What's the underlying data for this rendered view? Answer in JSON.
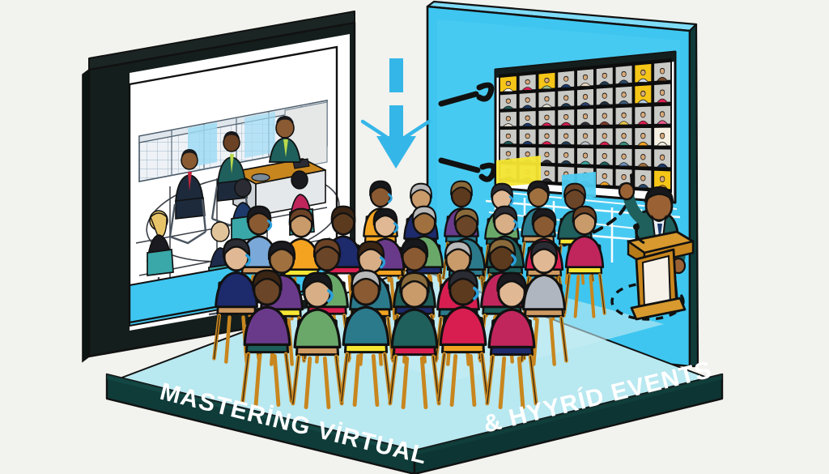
{
  "scene": {
    "title_left": "MASTERİNG VİRTUAL",
    "title_right": "& HYYRÍD EVENTS",
    "alt": "Isometric illustration of a hybrid event: a physical audience seated facing a large video-conference wall with a presenter at a podium, and a second screen showing a remote meeting room."
  },
  "colors": {
    "background": "#f2f2ee",
    "wall_blue": "#3ec6f0",
    "wall_blue_top": "#63d3f5",
    "floor_cyan": "#b8e8f0",
    "floor_cyan_light": "#cdeef5",
    "base_teal": "#0f3b39",
    "base_teal_dark": "#0b2c2b",
    "frame_dark": "#141e1c",
    "screen_white": "#ffffff",
    "arrow_blue": "#35b6e8",
    "tile_yellow": "#f5c518",
    "tile_gray": "#c9c9c6",
    "outline": "#111111",
    "podium_wood": "#c8861e",
    "podium_wood_dark": "#9c6414",
    "chair_orange": "#f4a321",
    "chair_yellow": "#f7e733",
    "chair_teal": "#1c5d5a",
    "chair_navy": "#1d2a6b",
    "chair_crimson": "#d81e50",
    "chair_tan": "#cf9a62",
    "suit_teal": "#1f5f5c",
    "text_white": "#ffffff"
  },
  "left_panel": {
    "name": "remote-meeting-room-screen",
    "description": "Remote boardroom seen on a framed screen",
    "elements": [
      "window-wall",
      "conference-desk",
      "seated-attendees",
      "swivel-chairs",
      "laptop"
    ]
  },
  "right_panel": {
    "name": "video-conference-wall",
    "description": "Large display wall with a grid of remote participant video tiles",
    "grid": {
      "columns": 9,
      "rows": 6
    },
    "tiles": [
      [
        "#f5c518",
        "#c9c9c6",
        "#f5c518",
        "#c9c9c6",
        "#c9c9c6",
        "#c9c9c6",
        "#c9c9c6",
        "#f5c518",
        "#c9c9c6"
      ],
      [
        "#c9c9c6",
        "#c9c9c6",
        "#c9c9c6",
        "#c9c9c6",
        "#c9c9c6",
        "#c9c9c6",
        "#c9c9c6",
        "#f5c518",
        "#c9c9c6"
      ],
      [
        "#c9c9c6",
        "#c9c9c6",
        "#c9c9c6",
        "#c9c9c6",
        "#c9c9c6",
        "#c9c9c6",
        "#c9c9c6",
        "#c9c9c6",
        "#c9c9c6"
      ],
      [
        "#c9c9c6",
        "#c9c9c6",
        "#c9c9c6",
        "#c9c9c6",
        "#c9c9c6",
        "#c9c9c6",
        "#c9c9c6",
        "#c9c9c6",
        "#f5f0e2"
      ],
      [
        "#c9c9c6",
        "#c9c9c6",
        "#c9c9c6",
        "#c9c9c6",
        "#c9c9c6",
        "#c9c9c6",
        "#c9c9c6",
        "#c9c9c6",
        "#c9c9c6"
      ],
      [
        "#c9c9c6",
        "#c9c9c6",
        "#c9c9c6",
        "#c9c9c6",
        "#c9c9c6",
        "#c9c9c6",
        "#c9c9c6",
        "#c9c9c6",
        "#f5c518"
      ]
    ],
    "shirt_colors": [
      [
        "#ffffff",
        "#d81e50",
        "#9bbf8a",
        "#1d3a6b",
        "#e8d7c0",
        "#1f3b52",
        "#2b4a6b",
        "#cfd8e8",
        "#7a4a2a"
      ],
      [
        "#1f5f5c",
        "#1d3a6b",
        "#e8e2d4",
        "#1f3b52",
        "#2b3e6b",
        "#1f2d3d",
        "#3a5a7a",
        "#b5c9dc",
        "#d81e50"
      ],
      [
        "#e8e2d4",
        "#1d3a6b",
        "#d81e50",
        "#d81e50",
        "#2b2b33",
        "#7a3a2a",
        "#e8c54a",
        "#d81e50",
        "#e85a8a"
      ],
      [
        "#1f5f5c",
        "#1d3a6b",
        "#d81e50",
        "#1f3b52",
        "#c0c4cc",
        "#d81e50",
        "#3a8a7a",
        "#f4a321",
        "#f0ece0"
      ],
      [
        "#2b2b33",
        "#1d3a6b",
        "#2b2b33",
        "#1f3b52",
        "#3aa8a0",
        "#1f5f5c",
        "#6a8ab5",
        "#9a6a3a",
        "#1d3a6b"
      ],
      [
        "#2b2b33",
        "#1d3a6b",
        "#2b2b33",
        "#1f3b52",
        "#6a3a8a",
        "#f4a321",
        "#cfd8e8",
        "#2b4a6b",
        "#f4a321"
      ]
    ]
  },
  "presenter": {
    "name": "presenter-at-podium",
    "suit_color": "#1f5f5c",
    "podium_color": "#c8861e",
    "has_microphone": true,
    "raised_arm": true,
    "floor_marker": "dashed-circle"
  },
  "audience": {
    "name": "in-person-audience",
    "count": 24,
    "chair_palette": [
      "#f4a321",
      "#f7e733",
      "#1c5d5a",
      "#1d2a6b",
      "#d81e50",
      "#cf9a62",
      "#2b7a8c"
    ],
    "masked_attendees": true
  },
  "center_arrow": {
    "name": "downward-transition-arrow",
    "color": "#35b6e8",
    "direction": "down",
    "has_dash_above": true
  },
  "wall_marks": {
    "name": "motion-dash-marks",
    "color": "#111111",
    "count": 4
  }
}
